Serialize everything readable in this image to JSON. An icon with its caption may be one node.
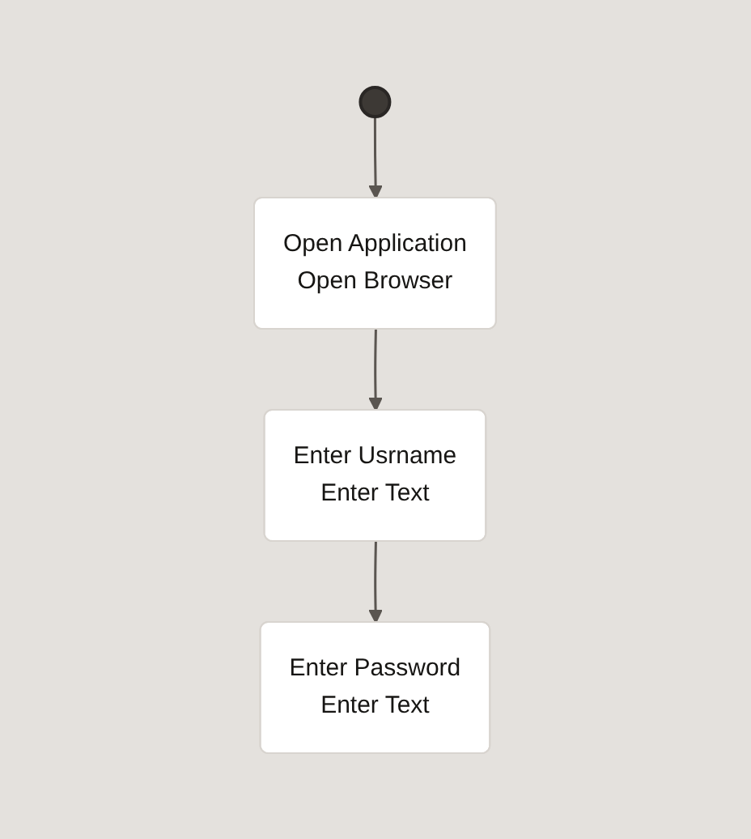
{
  "diagram": {
    "nodes": [
      {
        "text": [],
        "shape": "circle"
      },
      {
        "text": [
          "Open Application",
          "Open Browser"
        ]
      },
      {
        "text": [
          "Enter Usrname",
          "Enter Text"
        ]
      },
      {
        "text": [
          "Enter Password",
          "Enter Text"
        ]
      }
    ],
    "edges": [
      {
        "from": 0,
        "to": 1,
        "arrow": "to"
      },
      {
        "from": 1,
        "to": 2,
        "arrow": "to"
      },
      {
        "from": 2,
        "to": 3,
        "arrow": "to"
      }
    ]
  }
}
